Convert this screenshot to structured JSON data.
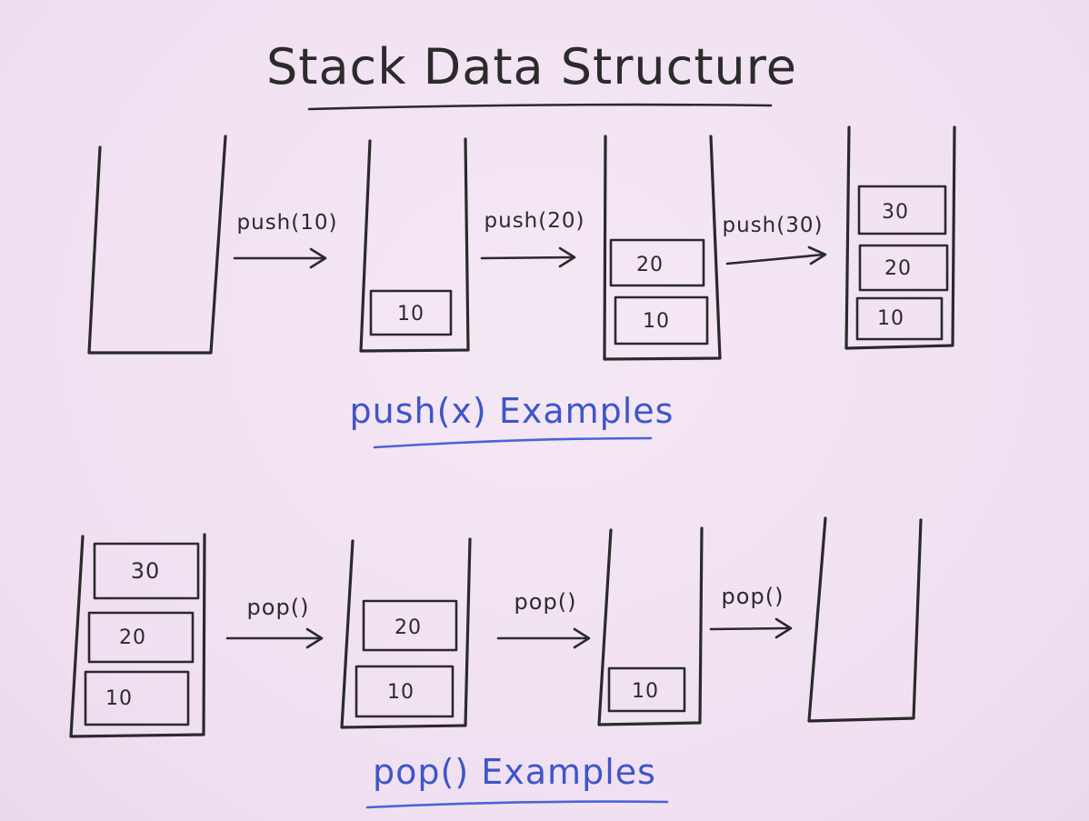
{
  "title": "Stack Data Structure",
  "colors": {
    "ink": "#2a2a2a",
    "caption_blue": "#3f55c8",
    "board": "#f2e3f3"
  },
  "push_section": {
    "caption": "push(x) Examples",
    "operations": [
      "push(10)",
      "push(20)",
      "push(30)"
    ],
    "stacks": [
      {
        "items": []
      },
      {
        "items": [
          "10"
        ]
      },
      {
        "items": [
          "20",
          "10"
        ]
      },
      {
        "items": [
          "30",
          "20",
          "10"
        ]
      }
    ]
  },
  "pop_section": {
    "caption": "pop() Examples",
    "operations": [
      "pop()",
      "pop()",
      "pop()"
    ],
    "stacks": [
      {
        "items": [
          "30",
          "20",
          "10"
        ]
      },
      {
        "items": [
          "20",
          "10"
        ]
      },
      {
        "items": [
          "10"
        ]
      },
      {
        "items": []
      }
    ]
  }
}
